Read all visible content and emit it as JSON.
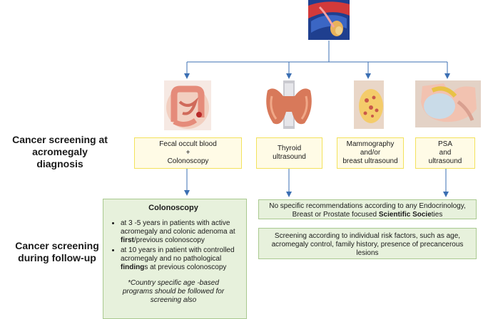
{
  "row_labels": {
    "diagnosis": "Cancer screening at\nacromegaly\ndiagnosis",
    "followup": "Cancer screening\nduring follow-up"
  },
  "screenings": [
    {
      "organ": "colon",
      "label": "Fecal occult blood\n+\nColonoscopy"
    },
    {
      "organ": "thyroid",
      "label": "Thyroid\nultrasound"
    },
    {
      "organ": "breast",
      "label": "Mammography\nand/or\nbreast ultrasound"
    },
    {
      "organ": "prostate",
      "label": "PSA\nand\nultrasound"
    }
  ],
  "colonoscopy": {
    "title": "Colonoscopy",
    "bullets": [
      {
        "a": "at 3 -5 years in patients with active acromegaly and colonic adenoma at ",
        "b": "first",
        "c": "/previous colonoscopy"
      },
      {
        "a": "at 10 years in patient with controlled acromegaly and no pathological ",
        "b": "finding",
        "c": "s at previous colonoscopy"
      }
    ],
    "note": "*Country specific age -based programs should be followed for screening also"
  },
  "no_specific": {
    "a": "No specific recommendations      according to any  Endocrinology, Breast or Prostate focused ",
    "b": "Scientific Socie",
    "c": "ties"
  },
  "individual": "Screening according to individual risk factors, such as age, acromegaly control, family history,  presence of precancerous lesions",
  "colors": {
    "arrow": "#3b6fb3",
    "yellow_fill": "#fffbe6",
    "yellow_border": "#f3e25c",
    "green_fill": "#e7f1dc",
    "green_border": "#a9c98f"
  },
  "icons": [
    "pituitary-icon",
    "colon-icon",
    "thyroid-icon",
    "breast-icon",
    "prostate-icon"
  ]
}
